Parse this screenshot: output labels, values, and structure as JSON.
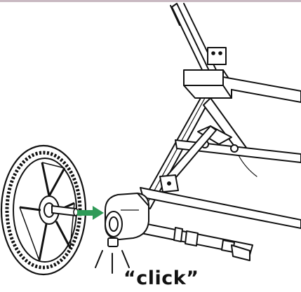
{
  "caption": {
    "text": "“click”"
  },
  "colors": {
    "arrow": "#2e9a57",
    "line": "#111111",
    "frame_rule": "#c9b9c2"
  },
  "icons": {
    "wheel": "stroller-rear-wheel",
    "arrow": "insert-arrow-icon",
    "frame": "stroller-chassis-frame"
  }
}
